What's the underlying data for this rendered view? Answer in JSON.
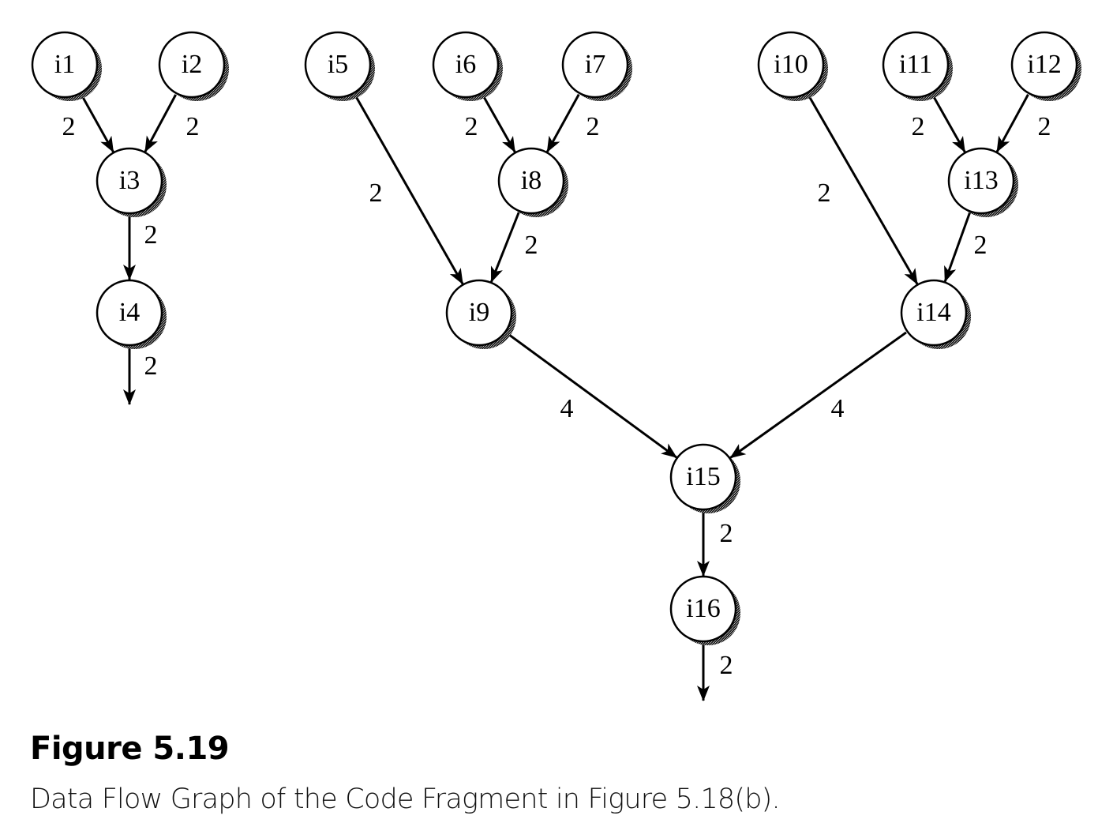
{
  "figure": {
    "title": "Figure 5.19",
    "caption": "Data Flow Graph of the Code Fragment in Figure 5.18(b)."
  },
  "graph": {
    "nodes": [
      {
        "id": "i1",
        "label": "i1"
      },
      {
        "id": "i2",
        "label": "i2"
      },
      {
        "id": "i3",
        "label": "i3"
      },
      {
        "id": "i4",
        "label": "i4"
      },
      {
        "id": "i5",
        "label": "i5"
      },
      {
        "id": "i6",
        "label": "i6"
      },
      {
        "id": "i7",
        "label": "i7"
      },
      {
        "id": "i8",
        "label": "i8"
      },
      {
        "id": "i9",
        "label": "i9"
      },
      {
        "id": "i10",
        "label": "i10"
      },
      {
        "id": "i11",
        "label": "i11"
      },
      {
        "id": "i12",
        "label": "i12"
      },
      {
        "id": "i13",
        "label": "i13"
      },
      {
        "id": "i14",
        "label": "i14"
      },
      {
        "id": "i15",
        "label": "i15"
      },
      {
        "id": "i16",
        "label": "i16"
      }
    ],
    "edges": [
      {
        "from": "i1",
        "to": "i3",
        "weight": "2"
      },
      {
        "from": "i2",
        "to": "i3",
        "weight": "2"
      },
      {
        "from": "i3",
        "to": "i4",
        "weight": "2"
      },
      {
        "from": "i4",
        "to": null,
        "weight": "2"
      },
      {
        "from": "i5",
        "to": "i9",
        "weight": "2"
      },
      {
        "from": "i6",
        "to": "i8",
        "weight": "2"
      },
      {
        "from": "i7",
        "to": "i8",
        "weight": "2"
      },
      {
        "from": "i8",
        "to": "i9",
        "weight": "2"
      },
      {
        "from": "i10",
        "to": "i14",
        "weight": "2"
      },
      {
        "from": "i11",
        "to": "i13",
        "weight": "2"
      },
      {
        "from": "i12",
        "to": "i13",
        "weight": "2"
      },
      {
        "from": "i13",
        "to": "i14",
        "weight": "2"
      },
      {
        "from": "i9",
        "to": "i15",
        "weight": "4"
      },
      {
        "from": "i14",
        "to": "i15",
        "weight": "4"
      },
      {
        "from": "i15",
        "to": "i16",
        "weight": "2"
      },
      {
        "from": "i16",
        "to": null,
        "weight": "2"
      }
    ]
  }
}
